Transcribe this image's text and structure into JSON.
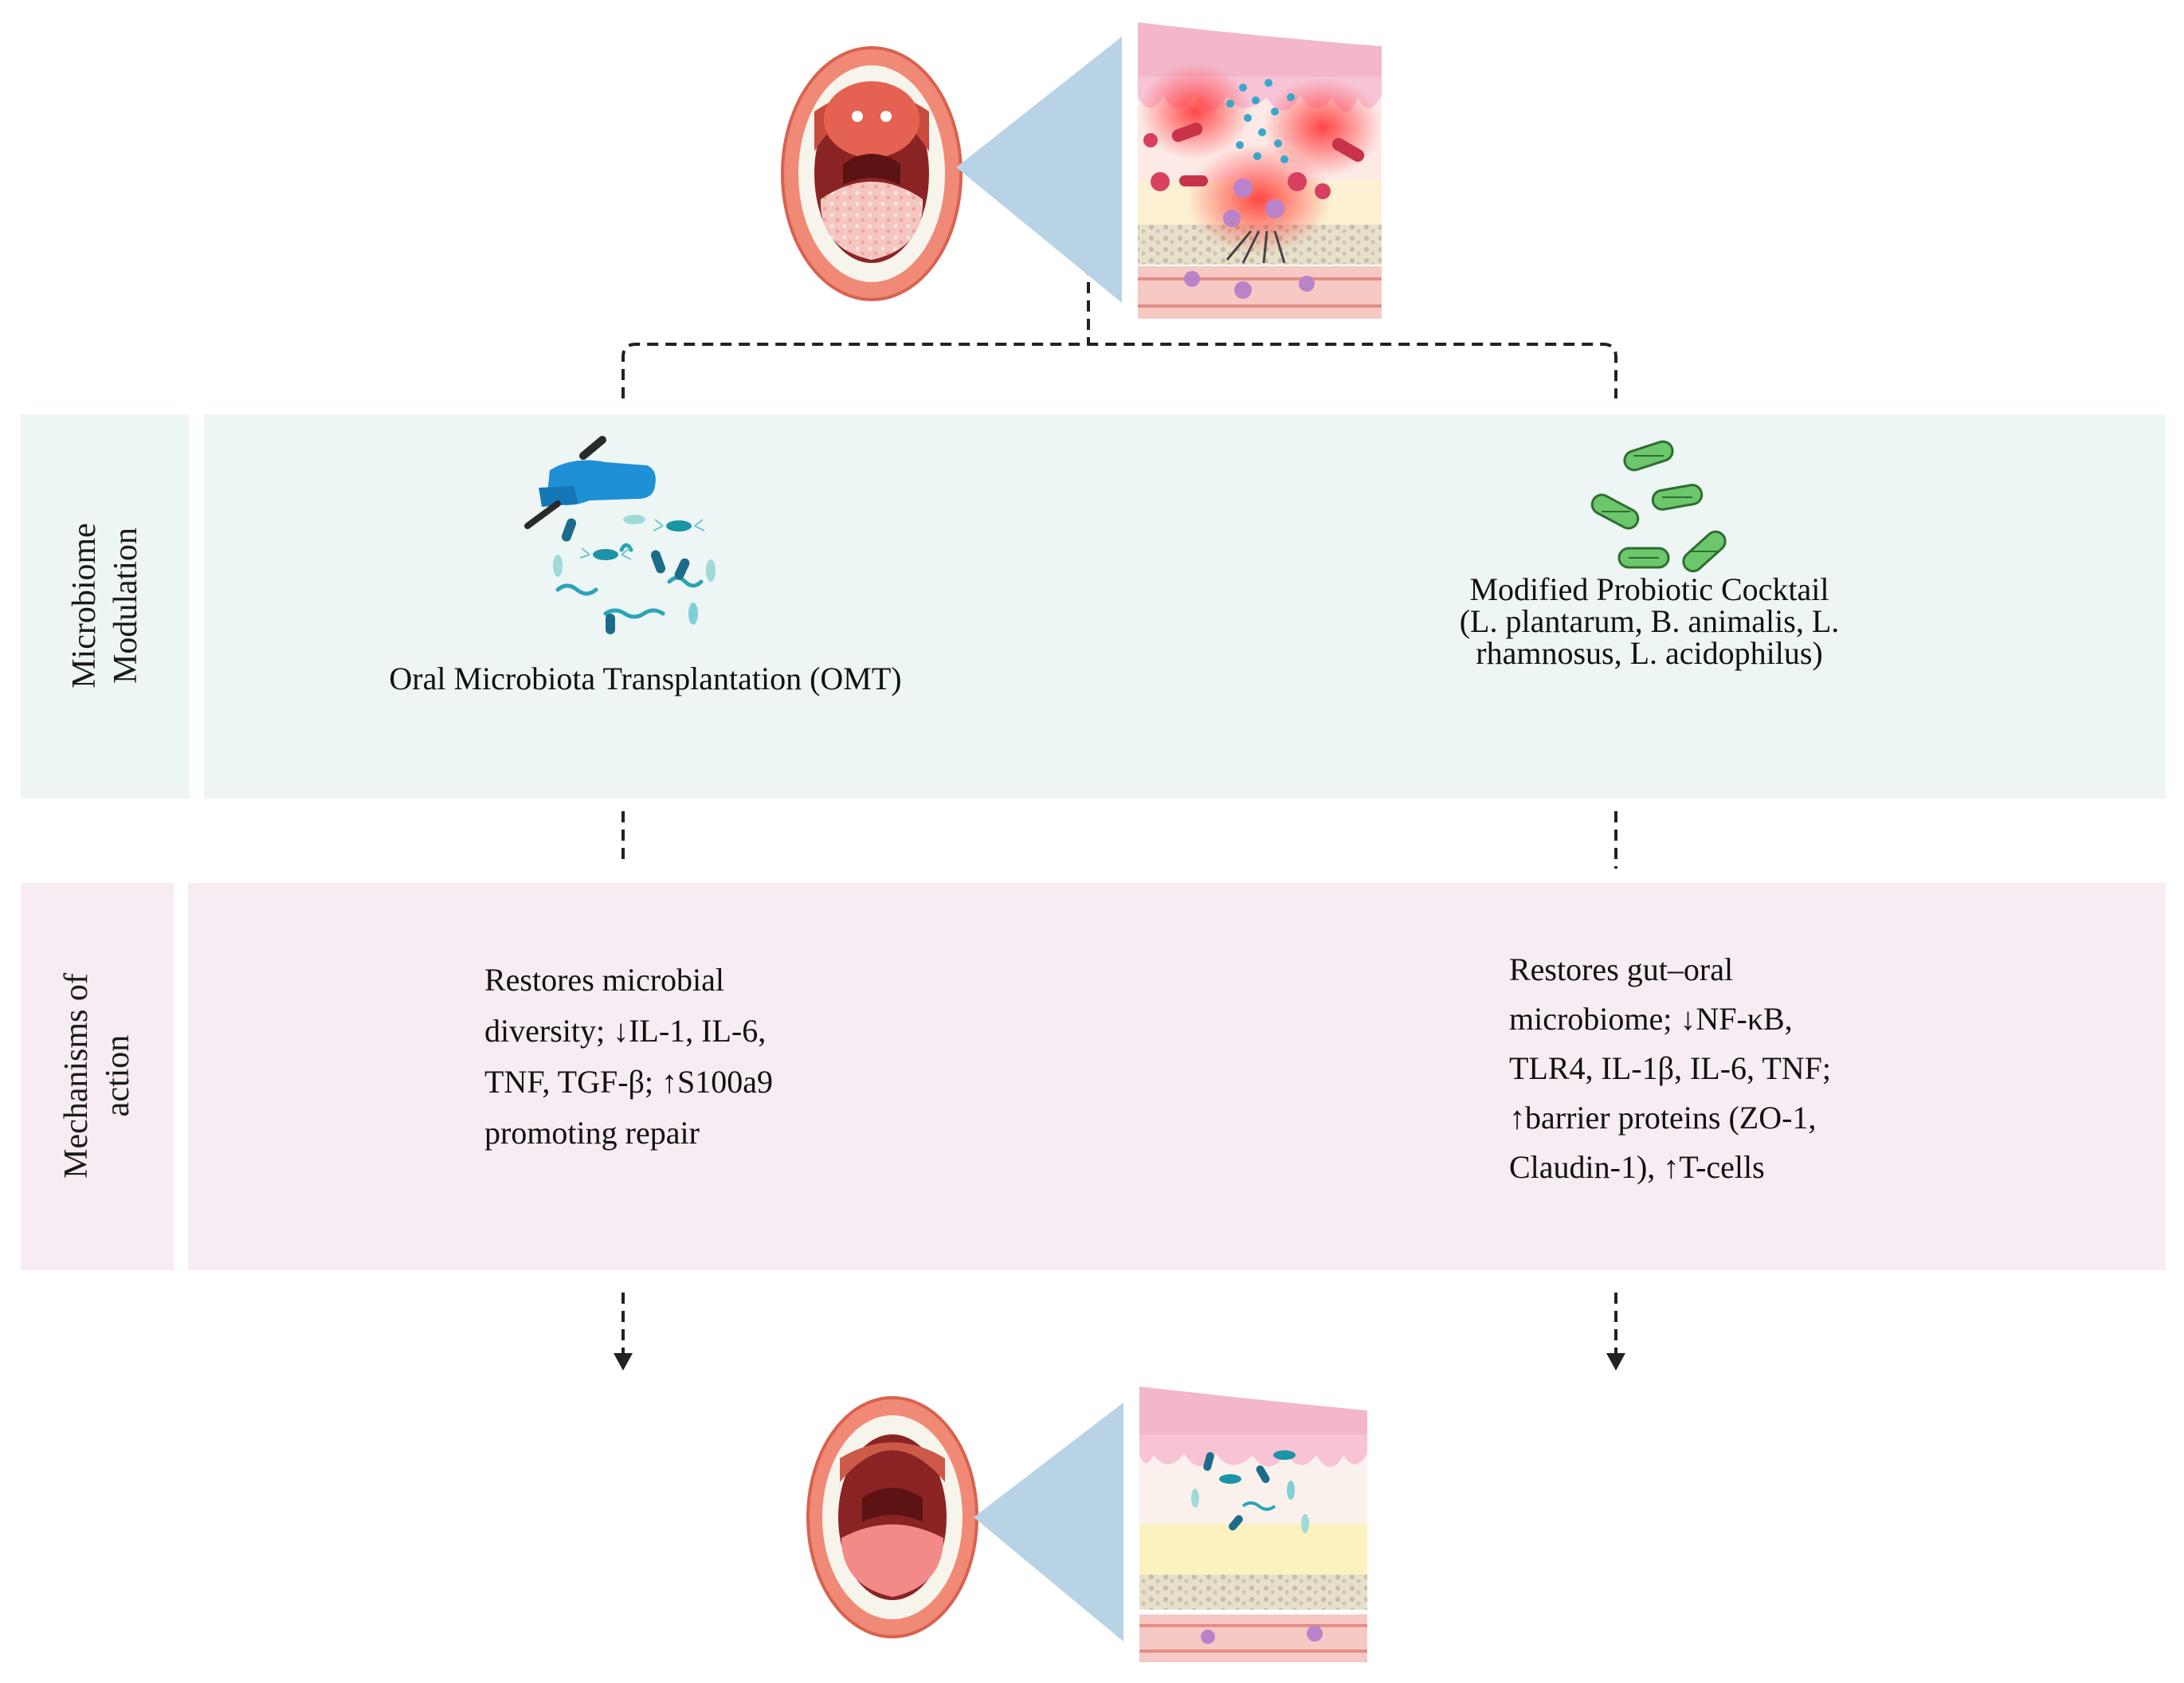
{
  "rows": {
    "microbiome": {
      "label": "Microbiome\nModulation",
      "color": "#edf6f4"
    },
    "mechanisms": {
      "label": "Mechanisms of\naction",
      "color": "#f7ebf4"
    }
  },
  "interventions": {
    "omt": {
      "name": "Oral Microbiota Transplantation (OMT)",
      "icon": "gloved-hand-with-microbes-icon",
      "mechanism": "Restores microbial diversity; ↓IL-1, IL-6, TNF, TGF-β; ↑S100a9 promoting repair"
    },
    "probiotic": {
      "name": "Modified Probiotic Cocktail (L. plantarum, B. animalis, L. rhamnosus, L. acidophilus)",
      "icon": "bacteria-cluster-icon",
      "mechanism": "Restores gut–oral microbiome; ↓NF-κB, TLR4, IL-1β, IL-6, TNF; ↑barrier proteins (ZO-1, Claudin-1), ↑T-cells"
    }
  },
  "illustrations": {
    "top": {
      "mouth": "inflamed-open-mouth-icon",
      "tissue": "inflamed-mucosa-cross-section-icon"
    },
    "bottom": {
      "mouth": "healed-open-mouth-icon",
      "tissue": "healed-mucosa-cross-section-icon"
    }
  },
  "colors": {
    "connector": "#222222",
    "zoom_cone": "#b8d3e6",
    "lip": "#f08a76",
    "cavity": "#7a1f1f"
  }
}
